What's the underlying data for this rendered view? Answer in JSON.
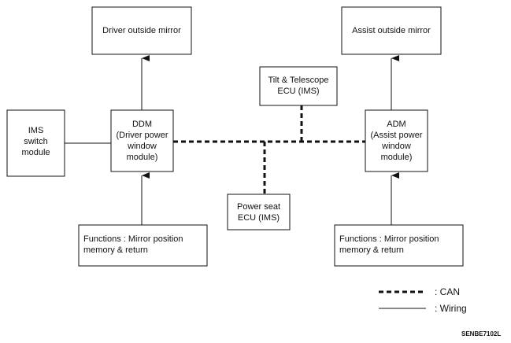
{
  "colors": {
    "line": "#111111",
    "background": "#ffffff"
  },
  "boxes": {
    "driver_mirror": "Driver outside mirror",
    "assist_mirror": "Assist outside mirror",
    "tilt_ecu": "Tilt & Telescope\nECU (IMS)",
    "ims_switch": "IMS\nswitch\nmodule",
    "ddm": "DDM\n(Driver power\nwindow\nmodule)",
    "adm": "ADM\n(Assist power\nwindow\nmodule)",
    "power_seat_ecu": "Power seat\nECU (IMS)",
    "functions_left": "Functions : Mirror position\nmemory & return",
    "functions_right": "Functions : Mirror position\nmemory & return"
  },
  "legend": {
    "can": ": CAN",
    "wiring": ": Wiring"
  },
  "figure_code": "SENBE7102L"
}
